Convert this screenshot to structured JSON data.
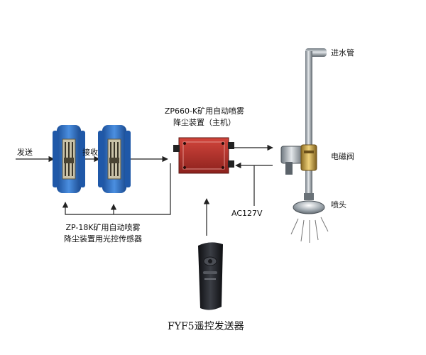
{
  "labels": {
    "send": "发送",
    "receive": "接收",
    "host_line1": "ZP660-K矿用自动喷雾",
    "host_line2": "降尘装置（主机）",
    "sensor_line1": "ZP-18K矿用自动喷雾",
    "sensor_line2": "降尘装置用光控传感器",
    "ac_voltage": "AC127V",
    "water_inlet_pipe": "进水管",
    "solenoid_valve": "电磁阀",
    "nozzle": "喷头",
    "remote_caption": "FYF5遥控发送器"
  },
  "colors": {
    "sensor_blue": "#2c6fc6",
    "host_red": "#b3302a",
    "pipe_grey": "#9aa4ad",
    "valve_brass": "#c9a64a",
    "remote_black": "#222428"
  }
}
